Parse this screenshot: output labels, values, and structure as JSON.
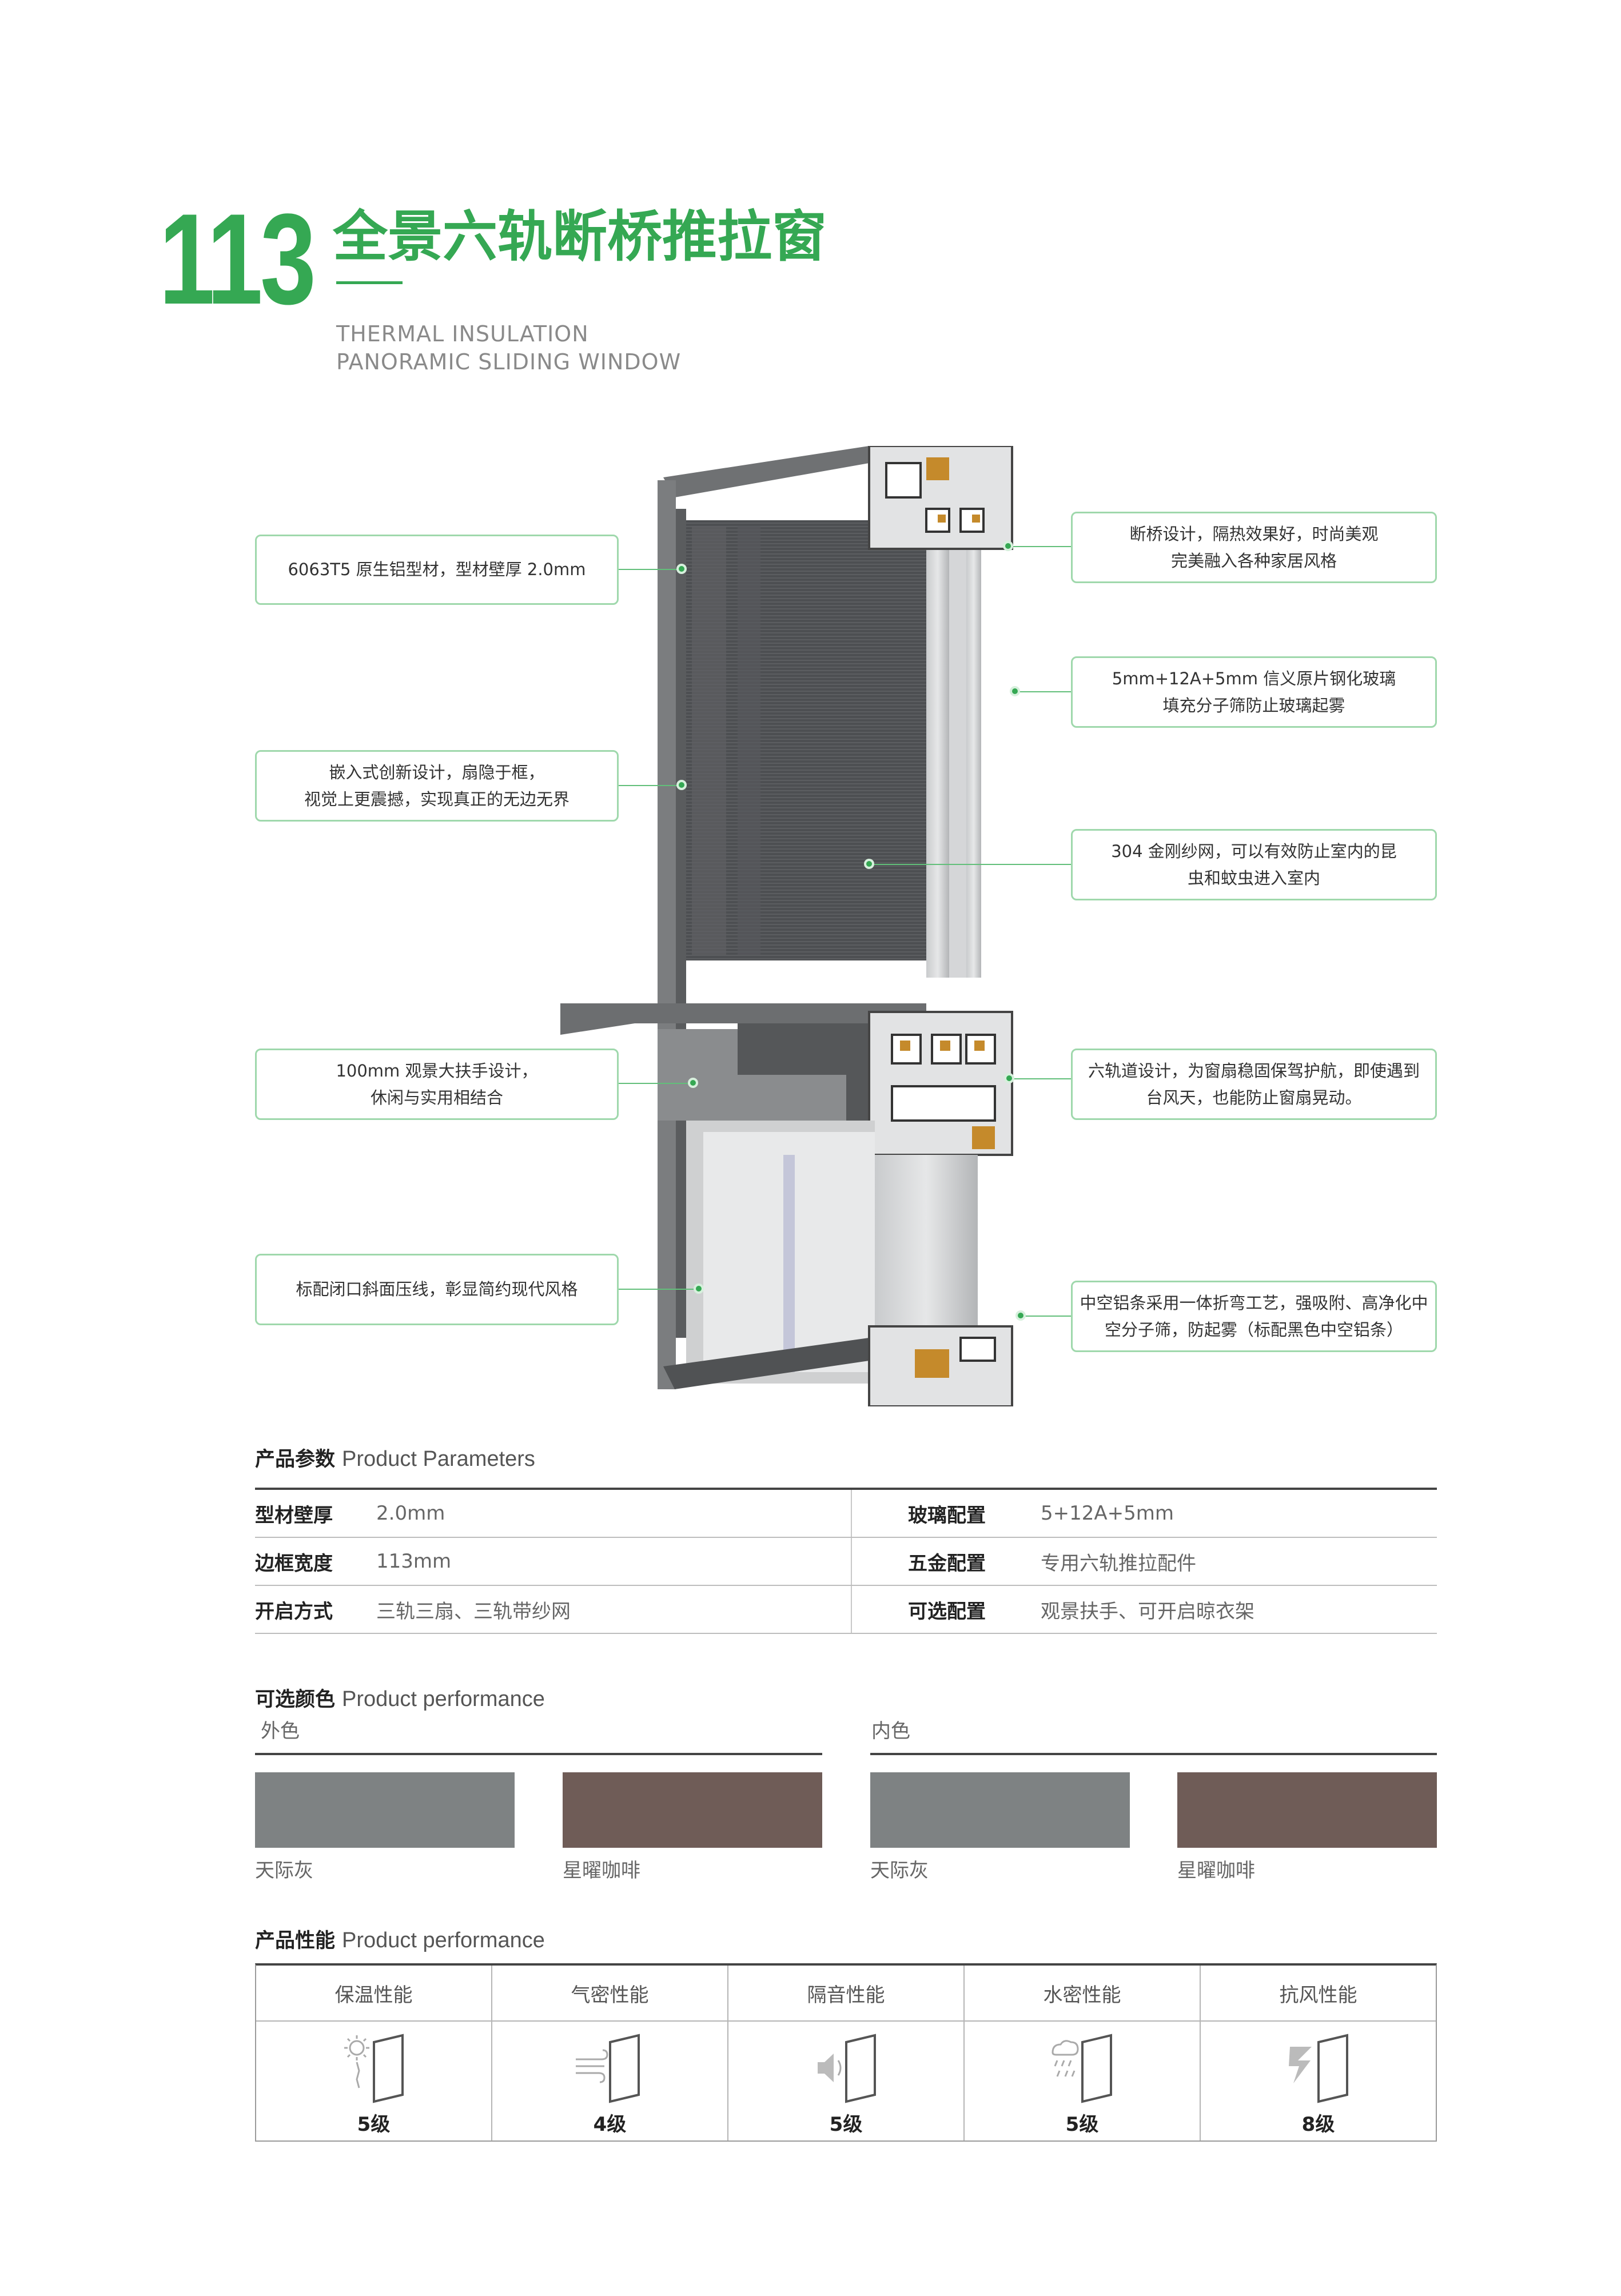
{
  "header": {
    "model_number": "113",
    "title_cn": "全景六轨断桥推拉窗",
    "title_en_line1": "THERMAL INSULATION",
    "title_en_line2": "PANORAMIC SLIDING WINDOW"
  },
  "callouts": {
    "left": [
      "6063T5 原生铝型材，型材壁厚 2.0mm",
      "嵌入式创新设计，扇隐于框，\n视觉上更震撼，实现真正的无边无界",
      "100mm 观景大扶手设计，\n休闲与实用相结合",
      "标配闭口斜面压线，彰显简约现代风格"
    ],
    "right": [
      "断桥设计，隔热效果好，时尚美观\n完美融入各种家居风格",
      "5mm+12A+5mm 信义原片钢化玻璃\n填充分子筛防止玻璃起雾",
      "304 金刚纱网，可以有效防止室内的昆\n虫和蚊虫进入室内",
      "六轨道设计，为窗扇稳固保驾护航，即使遇到\n台风天，也能防止窗扇晃动。",
      "中空铝条采用一体折弯工艺，强吸附、高净化中\n空分子筛，防起雾（标配黑色中空铝条）"
    ]
  },
  "parameters": {
    "title_cn": "产品参数",
    "title_en": "Product Parameters",
    "rows": [
      {
        "label": "型材壁厚",
        "value": "2.0mm",
        "label2": "玻璃配置",
        "value2": "5+12A+5mm"
      },
      {
        "label": "边框宽度",
        "value": "113mm",
        "label2": "五金配置",
        "value2": "专用六轨推拉配件"
      },
      {
        "label": "开启方式",
        "value": "三轨三扇、三轨带纱网",
        "label2": "可选配置",
        "value2": "观景扶手、可开启晾衣架"
      }
    ]
  },
  "colors": {
    "title_cn": "可选颜色",
    "title_en": "Product performance",
    "outer_label": "外色",
    "inner_label": "内色",
    "outer": [
      {
        "name": "天际灰",
        "hex": "#7e8283"
      },
      {
        "name": "星曜咖啡",
        "hex": "#6f5c57"
      }
    ],
    "inner": [
      {
        "name": "天际灰",
        "hex": "#7e8283"
      },
      {
        "name": "星曜咖啡",
        "hex": "#6f5c57"
      }
    ]
  },
  "performance": {
    "title_cn": "产品性能",
    "title_en": "Product performance",
    "items": [
      {
        "name": "保温性能",
        "level": "5级",
        "icon": "sun-window-icon"
      },
      {
        "name": "气密性能",
        "level": "4级",
        "icon": "wind-window-icon"
      },
      {
        "name": "隔音性能",
        "level": "5级",
        "icon": "speaker-window-icon"
      },
      {
        "name": "水密性能",
        "level": "5级",
        "icon": "rain-window-icon"
      },
      {
        "name": "抗风性能",
        "level": "8级",
        "icon": "storm-window-icon"
      }
    ]
  },
  "theme": {
    "accent": "#35a853",
    "callout_border": "#9fd8ac"
  }
}
